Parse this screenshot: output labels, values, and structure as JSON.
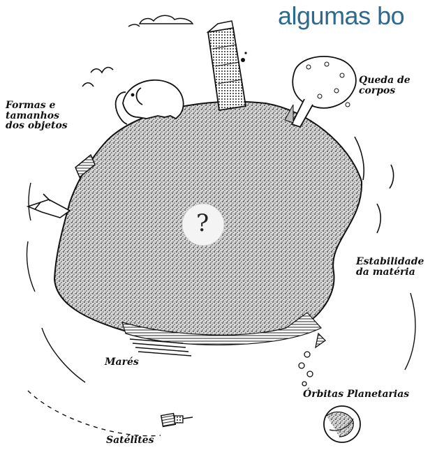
{
  "heading": {
    "text": "algumas bo",
    "color": "#2d6a8e"
  },
  "center_mark": "?",
  "labels": {
    "formas": "Formas e\ntamanhos\ndos objetos",
    "queda": "Queda de\ncorpos",
    "estabilidade": "Estabilidade\nda matéria",
    "mares": "Marés",
    "orbitas": "Órbitas Planetarias",
    "satelites": "Satélites"
  },
  "icons": [
    "earth-globe-icon",
    "tower-icon",
    "elephant-icon",
    "tree-icon",
    "bird-icon",
    "cloud-icon",
    "satellite-icon",
    "planet-icon",
    "waves-icon",
    "person-icon"
  ]
}
